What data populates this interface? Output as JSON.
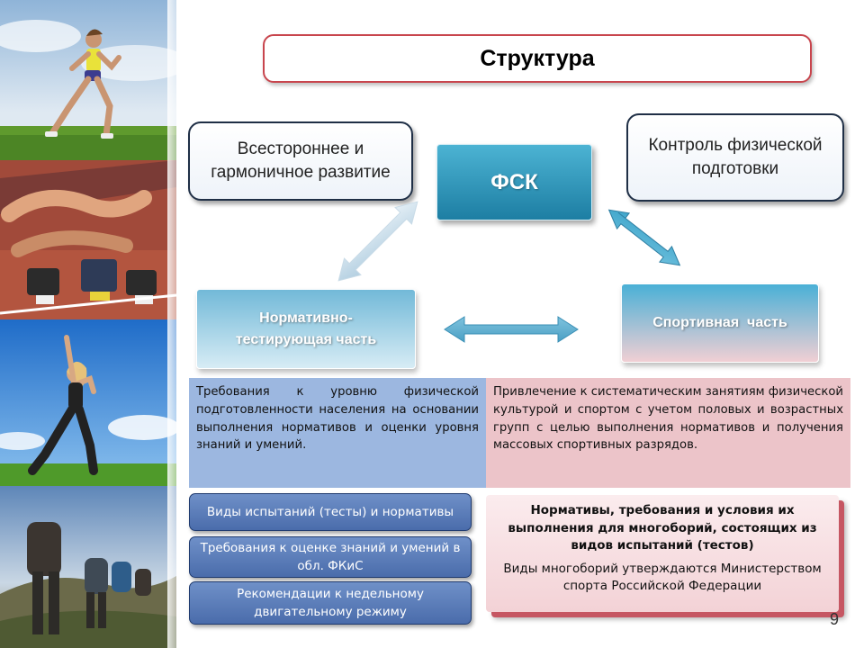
{
  "slide": {
    "title": "Структура",
    "page_number": "9"
  },
  "bubbles": {
    "left": "Всестороннее и гармоничное развитие",
    "right": "Контроль физической подготовки"
  },
  "center": {
    "label": "ФСК"
  },
  "blocks": {
    "left": "Нормативно-тестирующая часть",
    "right": "Спортивная  часть"
  },
  "requirements": {
    "left": "Требования к уровню физической подготовленности населения на основании выполнения нормативов и оценки уровня знаний и умений.",
    "right": "Привлечение к систематическим занятиям физической культурой и спортом с учетом половых и возрастных групп с целью выполнения нормативов и получения массовых спортивных разрядов."
  },
  "buttons": [
    {
      "label": "Виды испытаний (тесты) и нормативы"
    },
    {
      "label": "Требования к оценке знаний и умений в обл. ФКиС"
    },
    {
      "label": "Рекомендации к недельному двигательному режиму"
    }
  ],
  "info_panel": {
    "line1": "Нормативы, требования и условия их выполнения для многоборий, состоящих из видов испытаний (тестов)",
    "line2": "Виды многоборий утверждаются Министерством спорта Российской Федерации"
  },
  "colors": {
    "title_border": "#c8454d",
    "fsk": "#2a93bb",
    "requirements_left": "#9cb7e0",
    "requirements_right": "#ecc4c9",
    "buttons": "#5577b5",
    "panel_shadow": "#c65763"
  }
}
